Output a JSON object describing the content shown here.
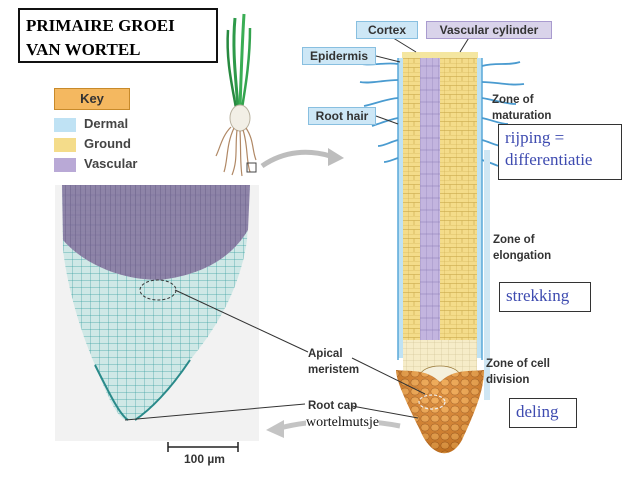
{
  "title": {
    "line1": "PRIMAIRE GROEI",
    "line2": "VAN WORTEL"
  },
  "key": {
    "title": "Key",
    "items": [
      {
        "label": "Dermal",
        "color": "#bfe2f4"
      },
      {
        "label": "Ground",
        "color": "#f4dc8a"
      },
      {
        "label": "Vascular",
        "color": "#b9a9d6"
      }
    ]
  },
  "labels": {
    "cortex": "Cortex",
    "vascular_cylinder": "Vascular cylinder",
    "epidermis": "Epidermis",
    "root_hair": "Root hair",
    "zone_maturation": [
      "Zone of",
      "maturation"
    ],
    "zone_elongation": [
      "Zone of",
      "elongation"
    ],
    "zone_division": [
      "Zone of cell",
      "division"
    ],
    "apical_meristem": [
      "Apical",
      "meristem"
    ],
    "root_cap": "Root cap",
    "wortelmutsje": "wortelmutsje",
    "scale_bar": "100 µm"
  },
  "dutch": {
    "rijping": [
      "rijping =",
      "differentiatie"
    ],
    "strekking": "strekking",
    "deling": "deling"
  },
  "colors": {
    "dermal": "#bfe2f4",
    "ground": "#f4dc8a",
    "vascular": "#b9a9d6",
    "rootcap": "#e08a2a",
    "dutch_text": "#3e4bb0"
  }
}
